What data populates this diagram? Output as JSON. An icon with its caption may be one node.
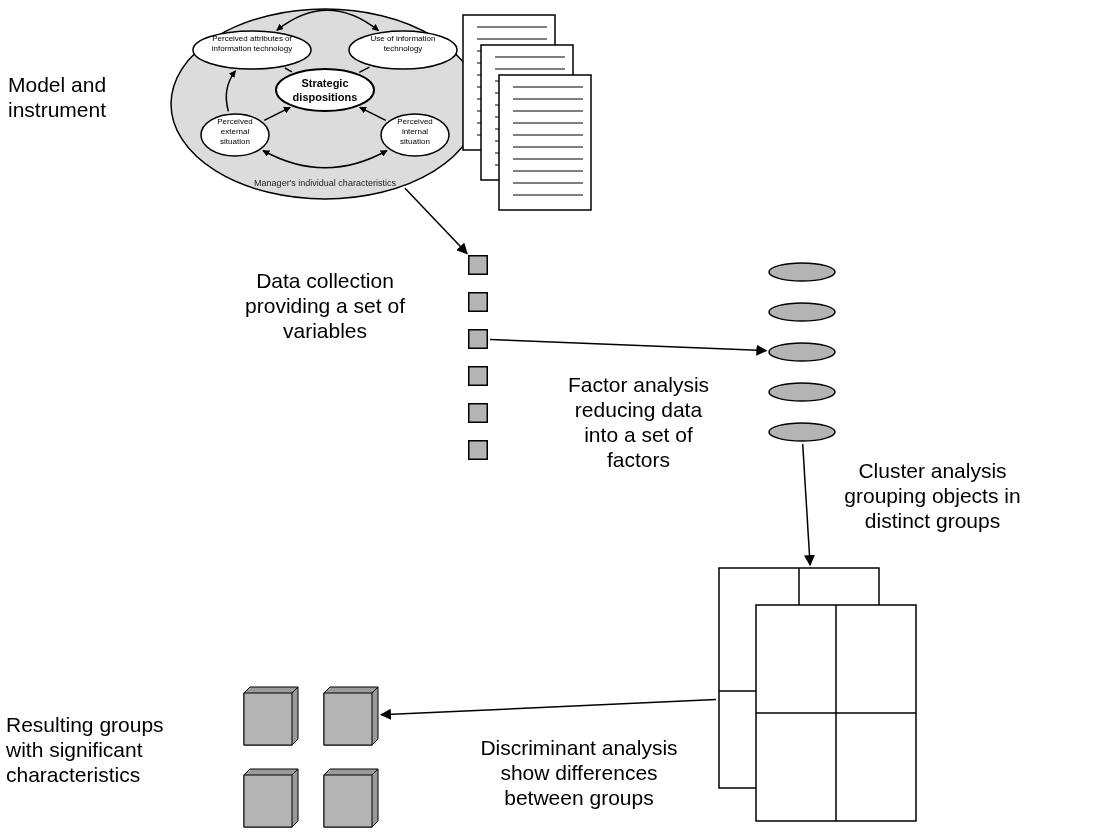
{
  "diagram": {
    "nodes": [
      {
        "text": [
          "Manager's individual characteristics"
        ]
      },
      {
        "text": [
          "Perceived attributes of information technology"
        ],
        "in": 0
      },
      {
        "text": [
          "Use of information technology"
        ],
        "in": 0
      },
      {
        "text": [
          "Strategic dispositions"
        ],
        "in": 0
      },
      {
        "text": [
          "Perceived external situation"
        ],
        "in": 0
      },
      {
        "text": [
          "Perceived internal situation"
        ],
        "in": 0
      },
      {
        "text": [],
        "shape": "picture"
      },
      {
        "text": [],
        "shape": "box"
      },
      {
        "text": [],
        "shape": "box"
      },
      {
        "text": [],
        "shape": "box"
      },
      {
        "text": [],
        "shape": "box"
      },
      {
        "text": [],
        "shape": "box"
      },
      {
        "text": [],
        "shape": "box"
      },
      {
        "text": [],
        "shape": "ellipse"
      },
      {
        "text": [],
        "shape": "ellipse"
      },
      {
        "text": [],
        "shape": "ellipse"
      },
      {
        "text": [],
        "shape": "ellipse"
      },
      {
        "text": [],
        "shape": "ellipse"
      },
      {
        "text": [],
        "shape": "picture"
      },
      {
        "text": [],
        "shape": "box"
      },
      {
        "text": [],
        "shape": "box"
      },
      {
        "text": [],
        "shape": "box"
      },
      {
        "text": [],
        "shape": "box"
      }
    ],
    "edges": [
      {
        "from": 1,
        "to": 2,
        "arrow": "both"
      },
      {
        "from": 4,
        "to": 1,
        "arrow": "to"
      },
      {
        "from": 4,
        "to": 5,
        "arrow": "both"
      },
      {
        "from": 1,
        "to": 3,
        "arrow": "none"
      },
      {
        "from": 2,
        "to": 3,
        "arrow": "none"
      },
      {
        "from": 4,
        "to": 3,
        "arrow": "to"
      },
      {
        "from": 5,
        "to": 3,
        "arrow": "to"
      },
      {
        "from": 0,
        "to": 7,
        "arrow": "to",
        "label": "Data collection providing a set of variables"
      },
      {
        "from": 9,
        "to": 15,
        "arrow": "to",
        "label": "Factor analysis reducing data into a set of factors"
      },
      {
        "from": 17,
        "to": 18,
        "arrow": "to",
        "label": "Cluster analysis grouping objects in distinct groups"
      },
      {
        "from": 18,
        "to": 20,
        "arrow": "to",
        "label": "Discriminant analysis show differences between groups"
      }
    ],
    "labels": [
      "Model and instrument",
      "Resulting groups with significant characteristics"
    ]
  }
}
